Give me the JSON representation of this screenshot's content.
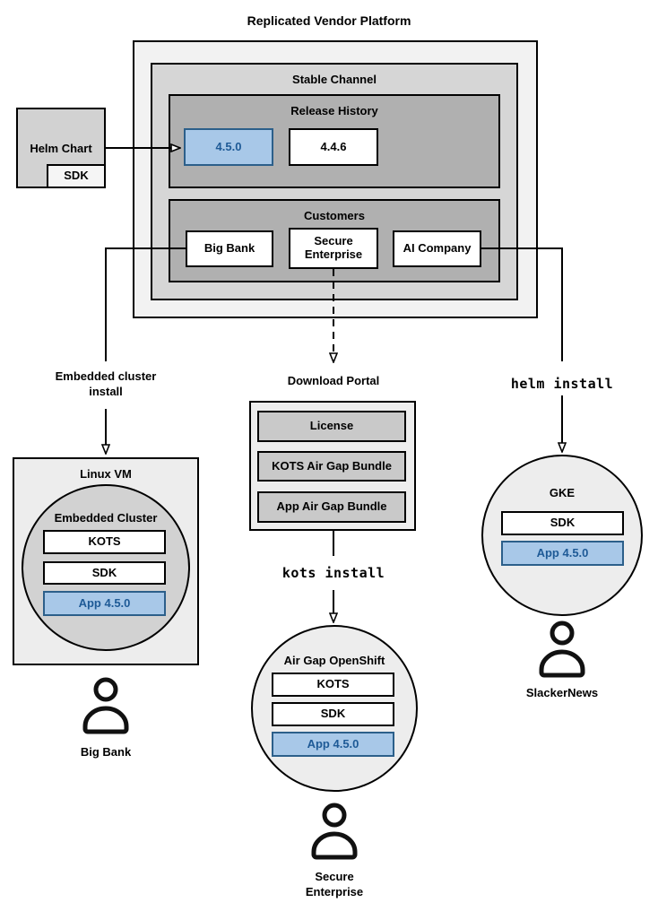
{
  "title": "Replicated Vendor Platform",
  "colors": {
    "highlight_fill": "#A8C8E8",
    "highlight_border": "#2C5F8A",
    "highlight_text": "#1E5A96",
    "line": "#000000"
  },
  "stable_channel": {
    "title": "Stable Channel",
    "release_history": {
      "title": "Release History",
      "current_release": "4.5.0",
      "previous_release": "4.4.6"
    },
    "customers": {
      "title": "Customers",
      "big_bank": "Big Bank",
      "secure_enterprise": "Secure Enterprise",
      "ai_company": "AI Company"
    }
  },
  "helm_chart": {
    "title": "Helm Chart",
    "sdk": "SDK"
  },
  "left_branch": {
    "install_method": "Embedded cluster install",
    "vm_title": "Linux VM",
    "cluster_title": "Embedded Cluster",
    "components": {
      "kots": "KOTS",
      "sdk": "SDK",
      "app": "App 4.5.0"
    },
    "user": "Big Bank"
  },
  "middle_branch": {
    "portal_title": "Download Portal",
    "portal_items": {
      "license": "License",
      "kots_bundle": "KOTS Air Gap Bundle",
      "app_bundle": "App Air Gap Bundle"
    },
    "install_method": "kots install",
    "cluster_title": "Air Gap OpenShift",
    "components": {
      "kots": "KOTS",
      "sdk": "SDK",
      "app": "App 4.5.0"
    },
    "user": "Secure Enterprise"
  },
  "right_branch": {
    "install_method": "helm install",
    "cluster_title": "GKE",
    "components": {
      "sdk": "SDK",
      "app": "App 4.5.0"
    },
    "user": "SlackerNews"
  }
}
